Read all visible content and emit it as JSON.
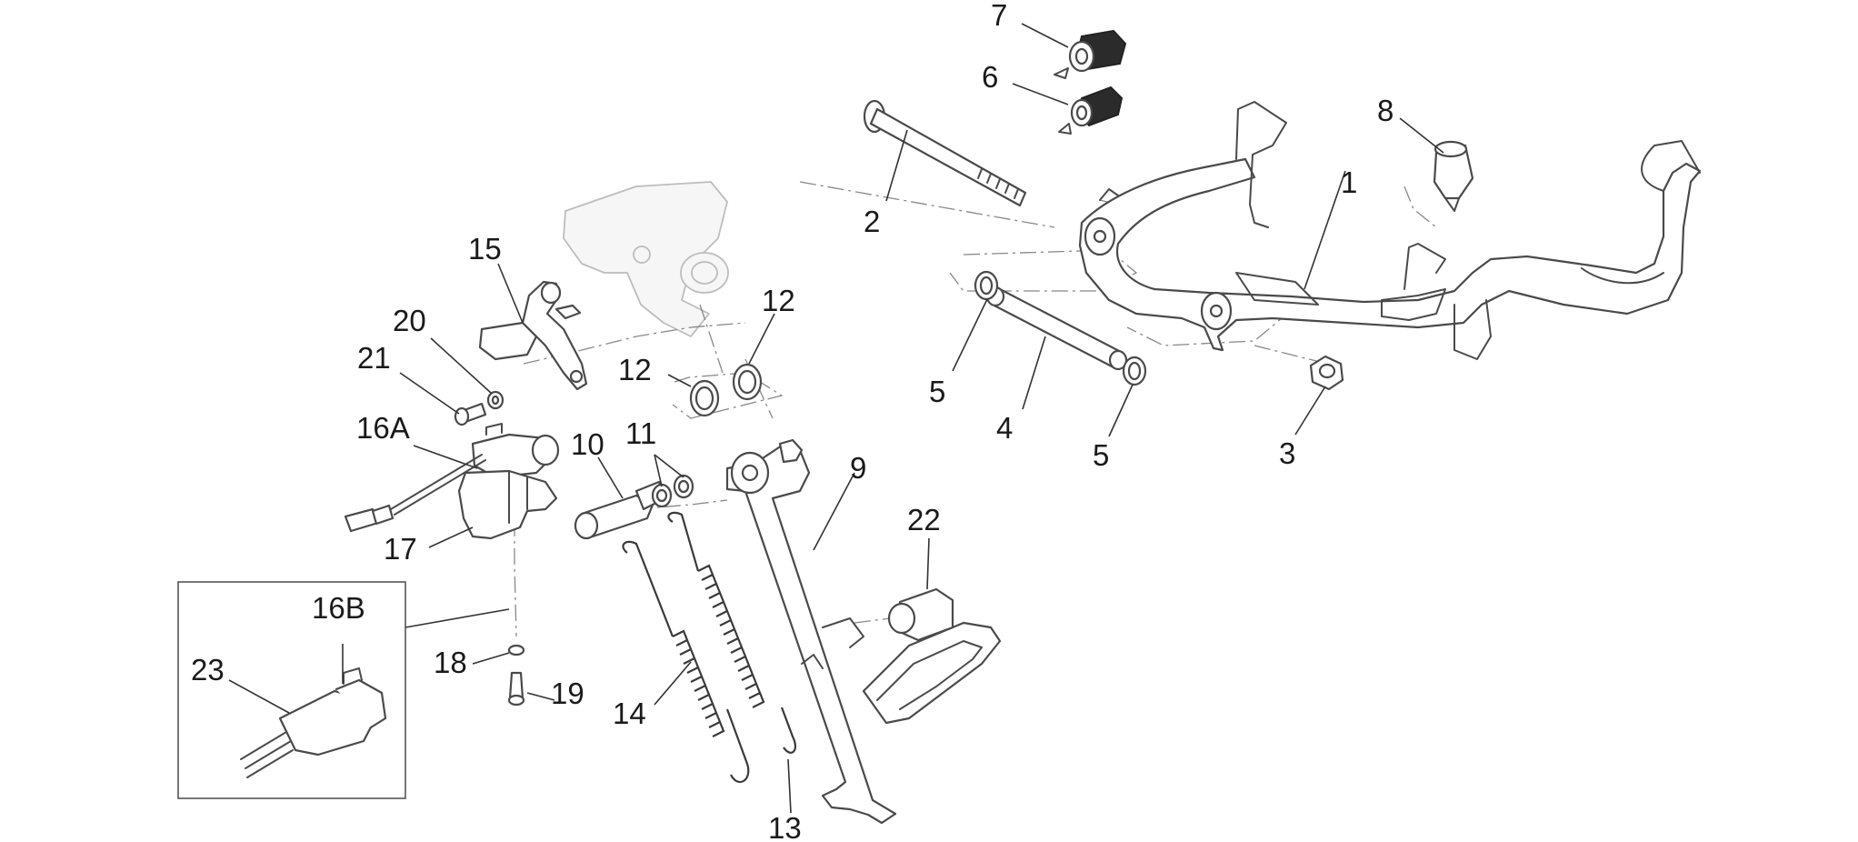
{
  "callouts": {
    "c1": "1",
    "c2": "2",
    "c3": "3",
    "c4": "4",
    "c5a": "5",
    "c5b": "5",
    "c6": "6",
    "c7": "7",
    "c8": "8",
    "c9": "9",
    "c10": "10",
    "c11": "11",
    "c12a": "12",
    "c12b": "12",
    "c13": "13",
    "c14": "14",
    "c15": "15",
    "c16a": "16A",
    "c16b": "16B",
    "c17": "17",
    "c18": "18",
    "c19": "19",
    "c20": "20",
    "c21": "21",
    "c22": "22",
    "c23": "23"
  },
  "colors": {
    "line": "#4a4a4a",
    "ghost": "#bdbdbd",
    "rubber": "#2b2b2b",
    "background": "#ffffff"
  }
}
